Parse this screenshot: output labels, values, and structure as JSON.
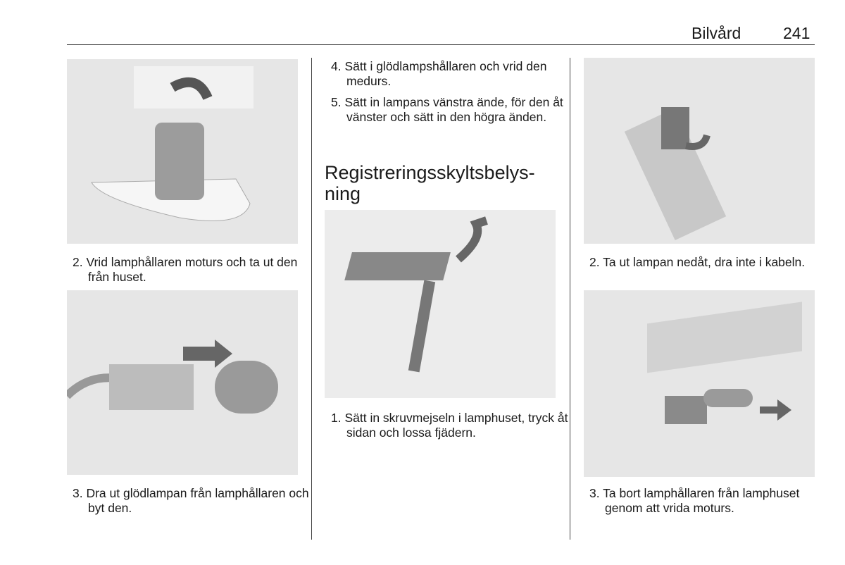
{
  "header": {
    "section": "Bilvård",
    "page_number": "241"
  },
  "col1": {
    "step2": "2. Vrid lamphållaren moturs och ta ut den från huset.",
    "step3": "3. Dra ut glödlampan från lamphål­laren och byt den."
  },
  "col2": {
    "step4": "4. Sätt i glödlampshållaren och vrid den medurs.",
    "step5": "5. Sätt in lampans vänstra ände, för den åt vänster och sätt in den högra änden.",
    "heading": "Registreringsskyltsbelys­ning",
    "step1": "1. Sätt in skruvmejseln i lamphuset, tryck åt sidan och lossa fjädern."
  },
  "col3": {
    "step2": "2. Ta ut lampan nedåt, dra inte i ka­beln.",
    "step3": "3. Ta bort lamphållaren från lamphu­set genom att vrida moturs."
  }
}
